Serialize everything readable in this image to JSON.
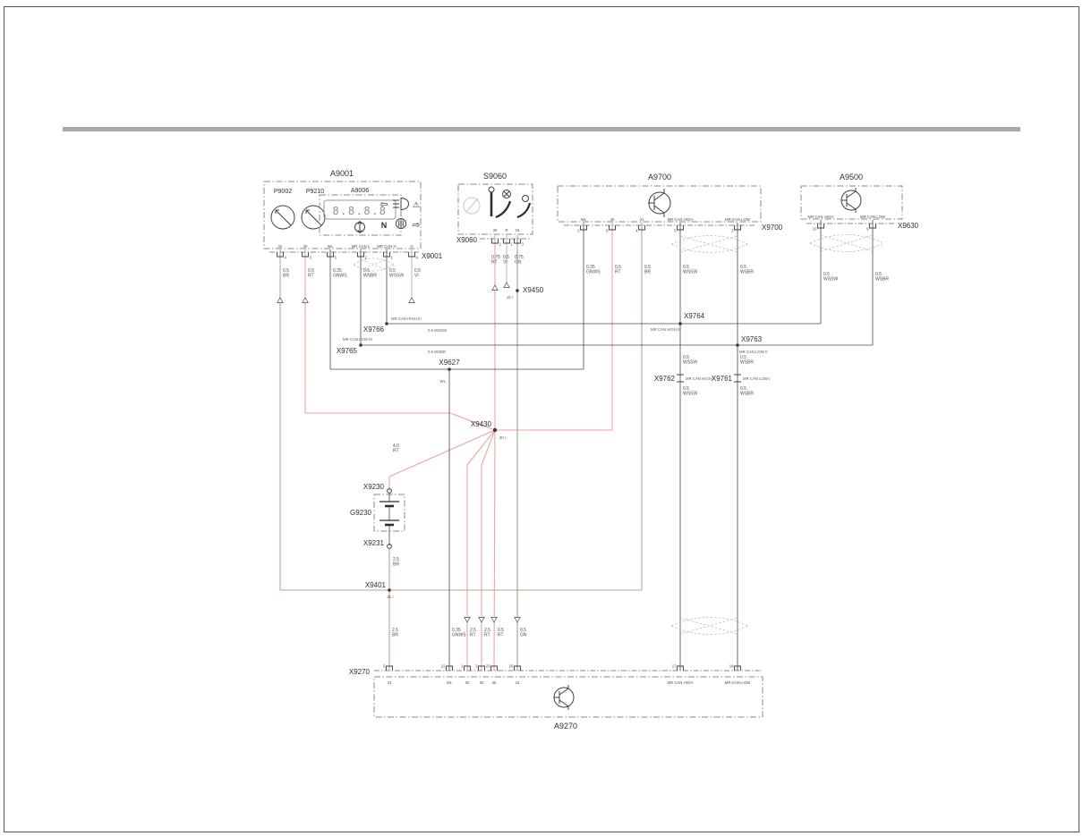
{
  "colors": {
    "wire_rt": "#eda49c",
    "wire_br": "#c2a385",
    "wire_gn": "#88ad88",
    "wire_vi": "#dfafc4",
    "wire_dark": "#4a4a4a",
    "box_gray": "#8a8a8a",
    "divider_gray": "#a9a9a9"
  },
  "components": {
    "a9001": {
      "title": "A9001",
      "p9002": "P9002",
      "p9210": "P9210",
      "a9006": "A9006",
      "display": "8.8.8.8",
      "neutral": "N"
    },
    "s9060": {
      "title": "S9060"
    },
    "a9700": {
      "title": "A9700"
    },
    "a9500": {
      "title": "A9500"
    },
    "a9270": {
      "title": "A9270"
    },
    "g9230": {
      "title": "G9230"
    }
  },
  "connectors": {
    "x9001": {
      "label": "X9001",
      "pins": [
        {
          "name": "31",
          "num": "4"
        },
        {
          "name": "30",
          "num": "3"
        },
        {
          "name": "WL",
          "num": "5"
        },
        {
          "name": "MR CAN L",
          "num": "2"
        },
        {
          "name": "MR CAN H",
          "num": "1"
        },
        {
          "name": "H",
          "num": "6"
        }
      ]
    },
    "x9060": {
      "label": "X9060",
      "pins": [
        {
          "name": "30",
          "num": "2"
        },
        {
          "name": "R",
          "num": "1"
        },
        {
          "name": "15",
          "num": "3"
        }
      ]
    },
    "x9700": {
      "label": "X9700",
      "pins": [
        {
          "name": "WL",
          "num": "2"
        },
        {
          "name": "30",
          "num": "6"
        },
        {
          "name": "31",
          "num": "4"
        },
        {
          "name": "MR CAN HIGH",
          "num": "5"
        },
        {
          "name": "MR CAN LOW",
          "num": "3"
        }
      ]
    },
    "x9630": {
      "label": "X9630",
      "pins": [
        {
          "name": "MR CAN HIGH",
          "num": "10"
        },
        {
          "name": "MR CAN LOW",
          "num": "9"
        }
      ]
    },
    "x9270": {
      "label": "X9270",
      "pins": [
        {
          "name": "31",
          "num": "5"
        },
        {
          "name": "WL",
          "num": "22"
        },
        {
          "name": "30",
          "num": "1"
        },
        {
          "name": "30",
          "num": "3"
        },
        {
          "name": "30",
          "num": "23"
        },
        {
          "name": "15",
          "num": "26"
        },
        {
          "name": "MR CAN HIGH",
          "num": "17"
        },
        {
          "name": "MR-CAN-LOW",
          "num": "18"
        }
      ]
    },
    "x9230": "X9230",
    "x9231": "X9231"
  },
  "junctions": {
    "x9450": {
      "label": "X9450",
      "net": "15 I"
    },
    "x9627": {
      "label": "X9627",
      "net": "WL"
    },
    "x9430": {
      "label": "X9430",
      "net": "30 I"
    },
    "x9401": {
      "label": "X9401",
      "net": "31 I"
    },
    "x9766": {
      "label": "X9766",
      "net": "MR CAN HIGH III",
      "wire": "0.5 WSSW"
    },
    "x9765": {
      "label": "X9765",
      "net": "MR CAN LOW III",
      "wire": "0.5 WSBR"
    },
    "x9764": {
      "label": "X9764",
      "net": "MR CAN HIGH II"
    },
    "x9763": {
      "label": "X9763",
      "net": "MR CAN LOW II"
    },
    "x9762": {
      "label": "X9762",
      "net": "MR CAN HIGH I",
      "above": "0.5 WSSW",
      "below": "0.5 WSSW"
    },
    "x9761": {
      "label": "X9761",
      "net": "MR CAN LOW I",
      "above": "0.5 WSBR",
      "below": "0.5 WSBR"
    }
  },
  "wire_labels": {
    "a9001": [
      "0.5 BR",
      "0.5 RT",
      "0.35 GNWS",
      "0.5 WSBR",
      "0.5 WSSW",
      "0.5 VI"
    ],
    "s9060": [
      "0.75 RT",
      "0.5 VI",
      "0.75 GN"
    ],
    "a9700": [
      "0.35 GNWS",
      "0.5 RT",
      "0.5 BR",
      "0.5 WSSW",
      "0.5 WSBR"
    ],
    "a9500": [
      "0.5 WSSW",
      "0.5 WSBR"
    ],
    "battery_top": "4.0 RT",
    "battery_bottom": "2.5 BR",
    "x9270": [
      "2.5 BR",
      "0.35 GNWS",
      "2.5 RT",
      "2.5 RT",
      "0.5 RT",
      "0.5 GN"
    ]
  },
  "icons": {
    "arrow_left": "⇦",
    "warning": "⚠",
    "arrow_right": "⇨"
  }
}
